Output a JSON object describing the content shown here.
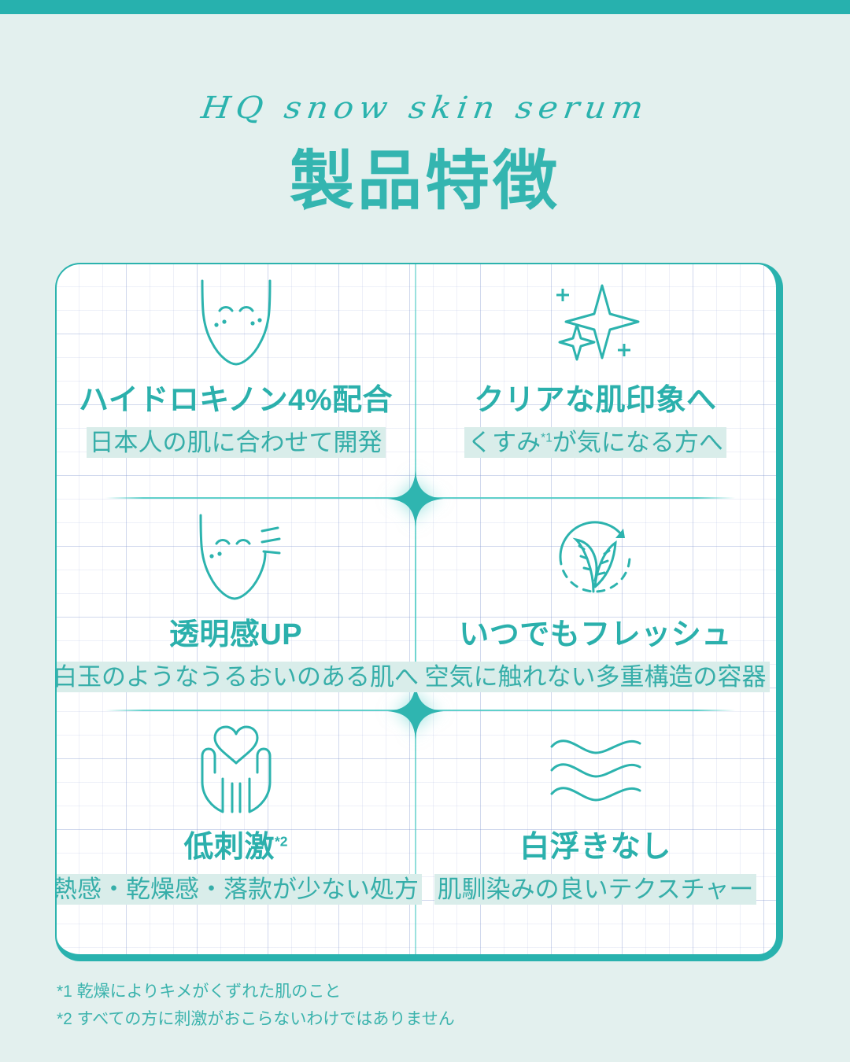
{
  "theme": {
    "background": "#e3f0ee",
    "accent": "#2cb3ae",
    "title_color": "#34b5b0",
    "card_background": "#ffffff",
    "highlight_background": "#d9edea",
    "grid_line": "#96a5d7"
  },
  "header": {
    "script_logo": "HQ snow skin serum",
    "title": "製品特徴"
  },
  "features": [
    {
      "icon": "face-with-spots-icon",
      "title": "ハイドロキノン4%配合",
      "subtitle": "日本人の肌に合わせて開発"
    },
    {
      "icon": "sparkle-stars-icon",
      "title": "クリアな肌印象へ",
      "subtitle_before": "くすみ",
      "subtitle_note": "*1",
      "subtitle_after": "が気になる方へ"
    },
    {
      "icon": "smiling-face-icon",
      "title": "透明感UP",
      "subtitle": "白玉のようなうるおいのある肌へ"
    },
    {
      "icon": "leaf-refresh-icon",
      "title": "いつでもフレッシュ",
      "subtitle": "空気に触れない多重構造の容器"
    },
    {
      "icon": "hands-heart-icon",
      "title_before": "低刺激",
      "title_note": "*2",
      "subtitle": "熱感・乾燥感・落款が少ない処方"
    },
    {
      "icon": "water-waves-icon",
      "title": "白浮きなし",
      "subtitle": "肌馴染みの良いテクスチャー"
    }
  ],
  "footnotes": [
    "*1 乾燥によりキメがくずれた肌のこと",
    "*2 すべての方に刺激がおこらないわけではありません"
  ]
}
